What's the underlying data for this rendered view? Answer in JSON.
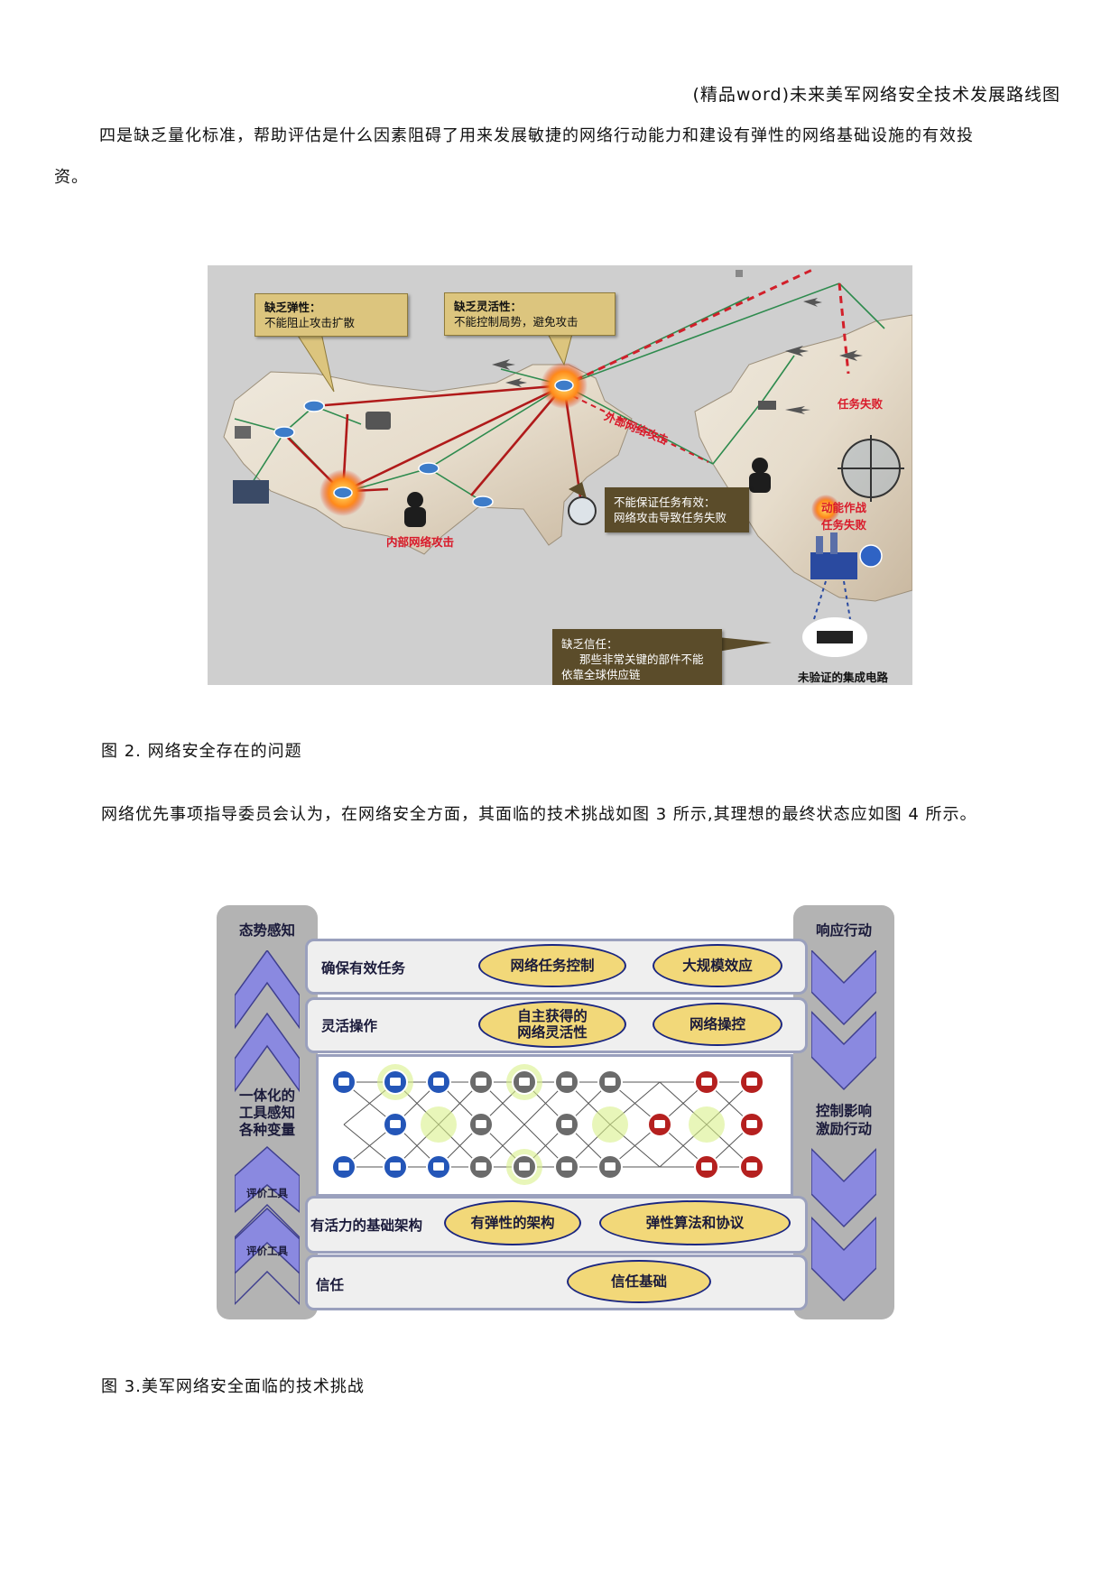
{
  "header": {
    "title": "(精品word)未来美军网络安全技术发展路线图"
  },
  "paragraph1": {
    "line1": "四是缺乏量化标准，帮助评估是什么因素阻碍了用来发展敏捷的网络行动能力和建设有弹性的网络基础设施的有效投",
    "line2": "资。"
  },
  "figure2": {
    "caption": "图 2. 网络安全存在的问题",
    "callout_elasticity": {
      "title": "缺乏弹性：",
      "text": "不能阻止攻击扩散"
    },
    "callout_flexibility": {
      "title": "缺乏灵活性：",
      "text": "不能控制局势，避免攻击"
    },
    "callout_mission": {
      "title": "不能保证任务有效：",
      "text": "网络攻击导致任务失败"
    },
    "callout_trust": {
      "title": "缺乏信任：",
      "line1": "那些非常关键的部件不能",
      "line2": "依靠全球供应链"
    },
    "label_internal": "内部网络攻击",
    "label_external": "外部网络攻击",
    "label_mission_fail": "任务失败",
    "label_kinetic_1": "动能作战",
    "label_kinetic_2": "任务失败",
    "label_chip": "未验证的集成电路"
  },
  "paragraph2": {
    "text": "网络优先事项指导委员会认为，在网络安全方面，其面临的技术挑战如图 3 所示,其理想的最终状态应如图 4 所示。"
  },
  "figure3": {
    "caption": "图 3.美军网络安全面临的技术挑战",
    "left_title": "态势感知",
    "left_middle": [
      "一体化的",
      "工具感知",
      "各种变量"
    ],
    "left_tags": [
      "评价工具",
      "评价工具"
    ],
    "right_title": "响应行动",
    "right_middle": [
      "控制影响",
      "激励行动"
    ],
    "rows": [
      {
        "label": "确保有效任务",
        "ovals": [
          "网络任务控制",
          "大规模效应"
        ]
      },
      {
        "label": "灵活操作",
        "ovals": [
          "自主获得的\n网络灵活性",
          "网络操控"
        ]
      },
      {
        "label": "有活力的基础架构",
        "ovals": [
          "有弹性的架构",
          "弹性算法和协议"
        ]
      },
      {
        "label": "信任",
        "ovals": [
          "信任基础"
        ]
      }
    ],
    "colors": {
      "side_panel": "#b3b3b3",
      "chevron": "#8a89e0",
      "oval_fill": "#f2d879",
      "oval_border": "#1b2680",
      "row_border": "#9aa0bd"
    }
  }
}
